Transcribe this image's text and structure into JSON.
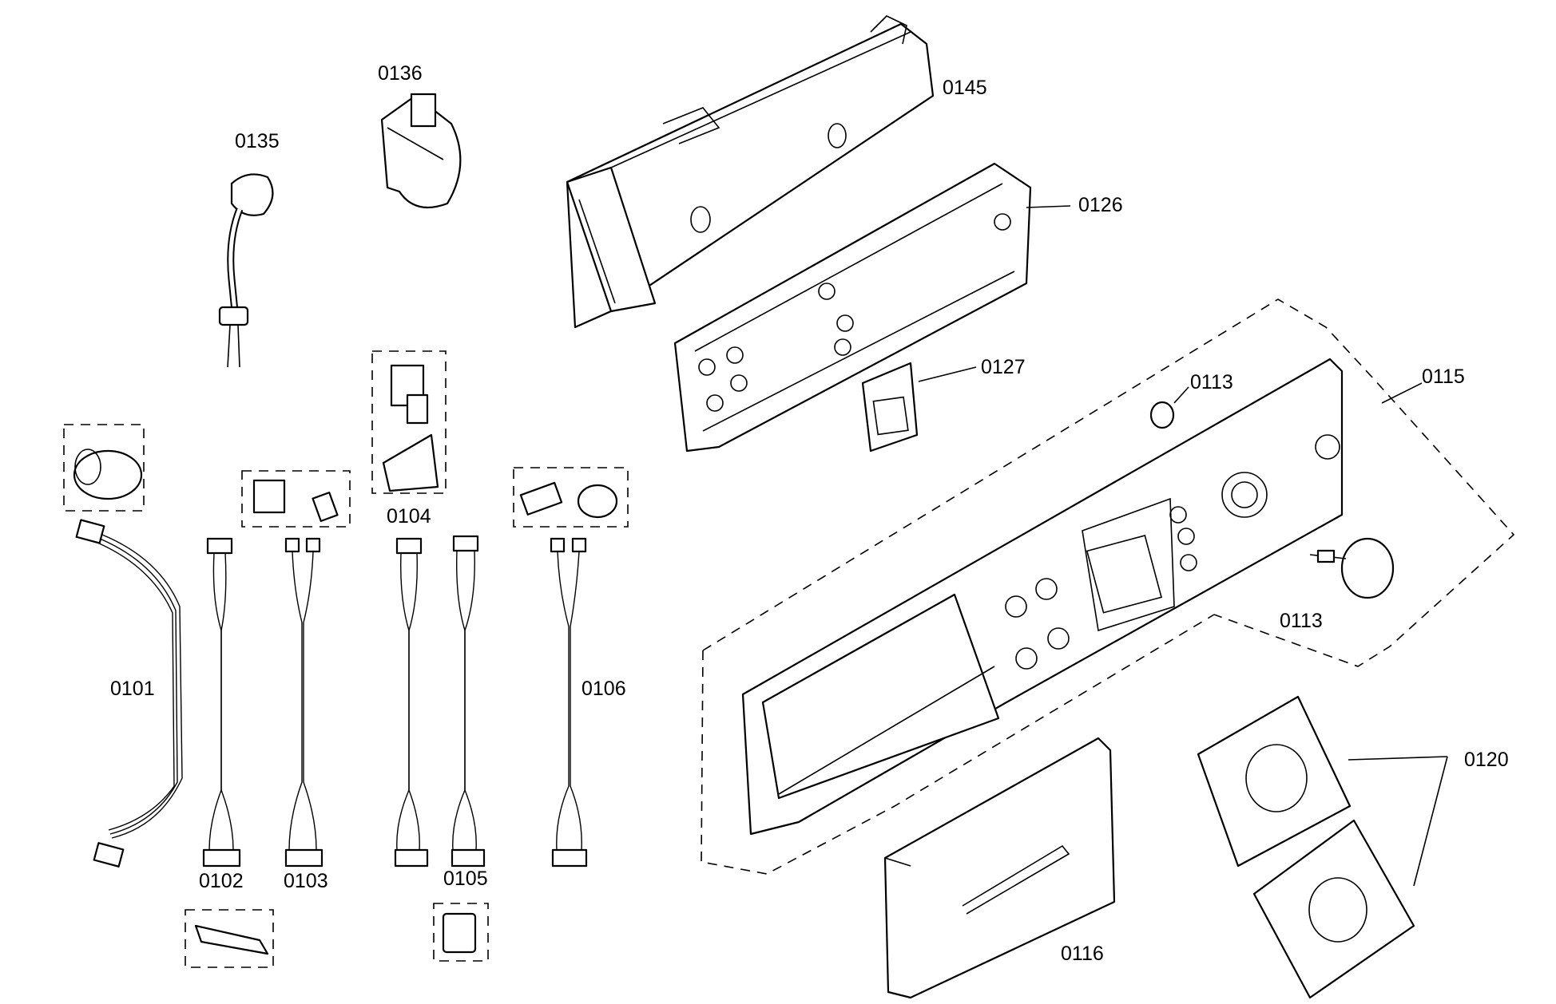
{
  "parts": {
    "p0145": "0145",
    "p0136": "0136",
    "p0135": "0135",
    "p0126": "0126",
    "p0127": "0127",
    "p0113a": "0113",
    "p0115": "0115",
    "p0113b": "0113",
    "p0104": "0104",
    "p0101": "0101",
    "p0106": "0106",
    "p0120": "0120",
    "p0102": "0102",
    "p0103": "0103",
    "p0105": "0105",
    "p0116": "0116"
  }
}
